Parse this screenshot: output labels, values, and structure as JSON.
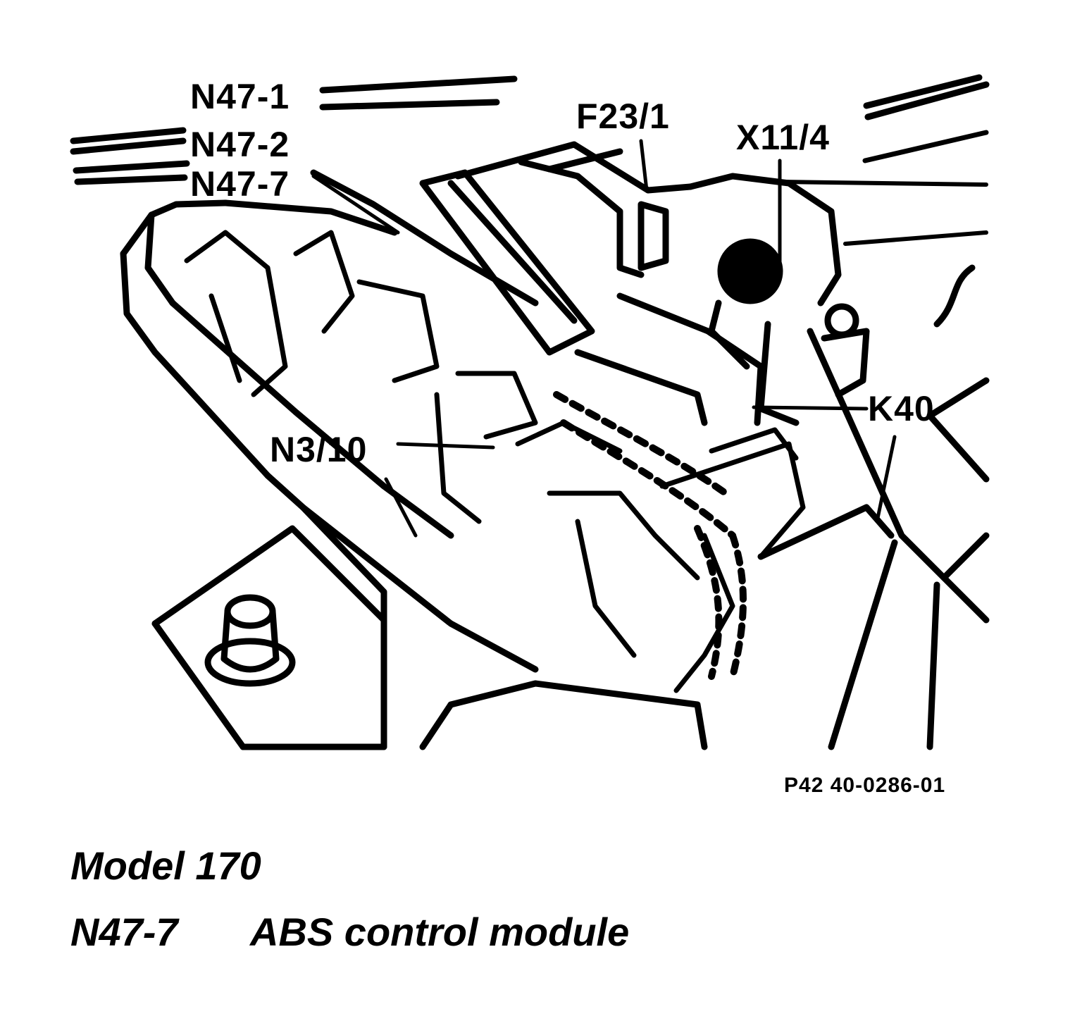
{
  "figure": {
    "callouts": [
      {
        "id": "n47-1",
        "text": "N47-1"
      },
      {
        "id": "n47-2",
        "text": "N47-2"
      },
      {
        "id": "n47-7",
        "text": "N47-7"
      },
      {
        "id": "f23-1",
        "text": "F23/1"
      },
      {
        "id": "x11-4",
        "text": "X11/4"
      },
      {
        "id": "k40",
        "text": "K40"
      },
      {
        "id": "n3-10",
        "text": "N3/10"
      }
    ],
    "figure_code": "P42 40-0286-01"
  },
  "caption": {
    "model": "Model 170",
    "legend": [
      {
        "code": "N47-7",
        "description": "ABS control module"
      }
    ]
  }
}
